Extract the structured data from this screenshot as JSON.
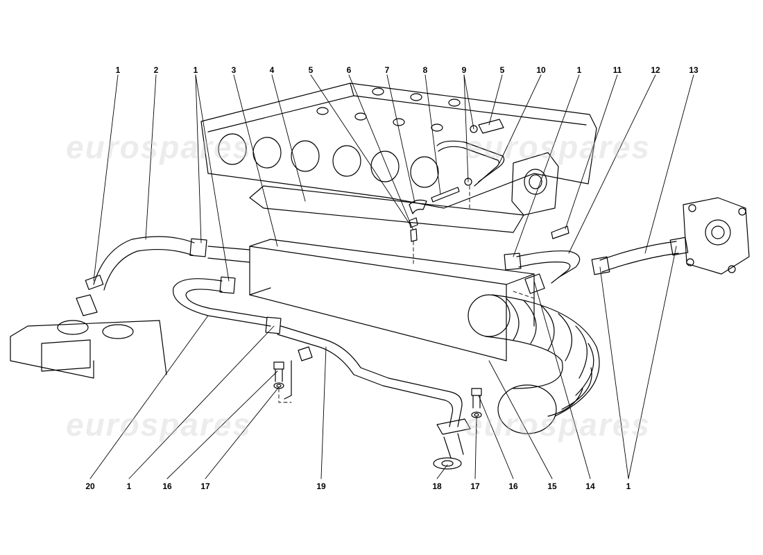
{
  "watermark": {
    "text": "eurospares"
  },
  "callouts": {
    "top": [
      "1",
      "2",
      "1",
      "3",
      "4",
      "5",
      "6",
      "7",
      "8",
      "9",
      "5",
      "10",
      "1",
      "11",
      "12",
      "13"
    ],
    "bottom": [
      "20",
      "1",
      "16",
      "17",
      "19",
      "18",
      "17",
      "16",
      "15",
      "14",
      "1"
    ]
  },
  "colors": {
    "line": "#000000",
    "background": "#ffffff",
    "watermark": "#c8c8c8"
  }
}
